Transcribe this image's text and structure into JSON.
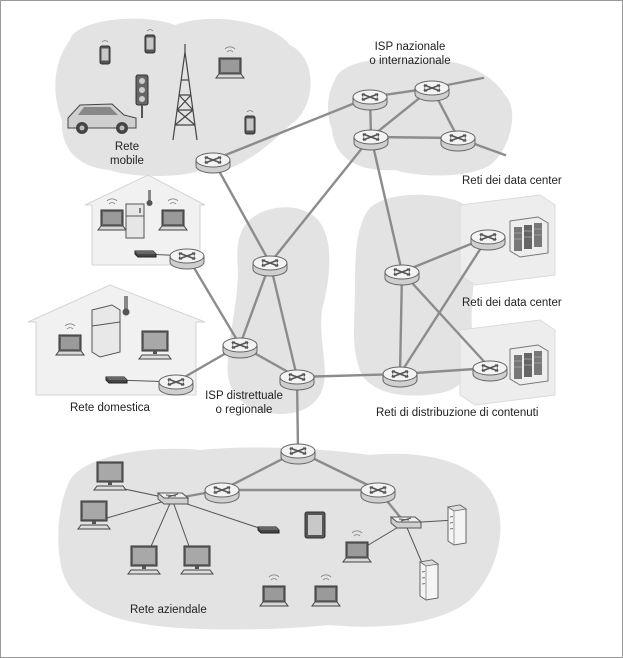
{
  "labels": {
    "mobile_line1": "Rete",
    "mobile_line2": "mobile",
    "national_isp_line1": "ISP nazionale",
    "national_isp_line2": "o internazionale",
    "datacenter_1": "Reti dei data center",
    "datacenter_2": "Reti dei data center",
    "home": "Rete domestica",
    "regional_isp_line1": "ISP distrettuale",
    "regional_isp_line2": "o regionale",
    "cdn": "Reti di distribuzione di contenuti",
    "enterprise": "Rete aziendale"
  },
  "colors": {
    "cloud": "#e3e3e3",
    "link": "#8c8c8c",
    "router_body": "#d6d6d6",
    "router_top": "#f2f2f2",
    "device": "#555555"
  },
  "icons": [
    "router-icon",
    "switch-icon",
    "laptop-icon",
    "smartphone-icon",
    "car-icon",
    "traffic-light-icon",
    "cell-tower-icon",
    "server-rack-icon",
    "desktop-pc-icon",
    "fridge-icon",
    "thermometer-icon",
    "modem-icon",
    "tablet-icon"
  ]
}
